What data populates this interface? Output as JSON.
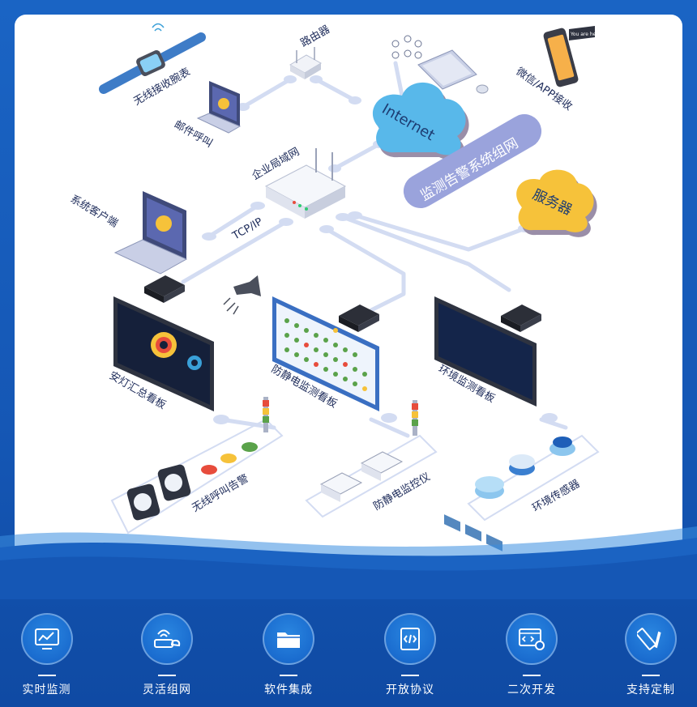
{
  "diagram": {
    "labels": {
      "wireless_watch": "无线接收腕表",
      "router": "路由器",
      "wechat_app": "微信/APP接收",
      "email_call": "邮件呼叫",
      "internet": "Internet",
      "lan": "企业局域网",
      "monitoring_network": "监测告警系统组网",
      "server": "服务器",
      "client": "系统客户端",
      "tcpip": "TCP/IP",
      "light_board": "安灯汇总看板",
      "esd_board": "防静电监测看板",
      "env_board": "环境监测看板",
      "wireless_call": "无线呼叫告警",
      "esd_instrument": "防静电监控仪",
      "env_sensor": "环境传感器",
      "phone_screen": "You are here"
    },
    "colors": {
      "link": "#d3dcf2",
      "cloud_blue": "#58b8ea",
      "cloud_yellow": "#f6c23a",
      "pill": "#9aa3dc",
      "accent_blue": "#1557b5"
    }
  },
  "features": [
    {
      "label": "实时监测",
      "icon": "chart-monitor-icon"
    },
    {
      "label": "灵活组网",
      "icon": "router-network-icon"
    },
    {
      "label": "软件集成",
      "icon": "folder-icon"
    },
    {
      "label": "开放协议",
      "icon": "code-file-icon"
    },
    {
      "label": "二次开发",
      "icon": "code-gear-icon"
    },
    {
      "label": "支持定制",
      "icon": "pencil-ruler-icon"
    }
  ]
}
